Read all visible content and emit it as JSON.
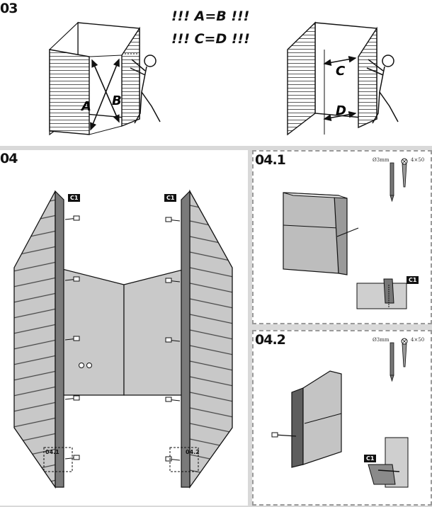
{
  "step03": {
    "title": "03",
    "equation1": "!!! A=B !!!",
    "equation2": "!!! C=D !!!",
    "labels": {
      "a": "A",
      "b": "B",
      "c": "C",
      "d": "D"
    }
  },
  "step04": {
    "title": "04",
    "tag_left": "C1",
    "tag_right": "C1",
    "detail_left": "04.1",
    "detail_right": "04.2"
  },
  "step041": {
    "title": "04.1",
    "drill": "Ø3mm",
    "screw": "4×50",
    "tag": "C1"
  },
  "step042": {
    "title": "04.2",
    "drill": "Ø3mm",
    "screw": "4×50",
    "tag": "C1"
  }
}
